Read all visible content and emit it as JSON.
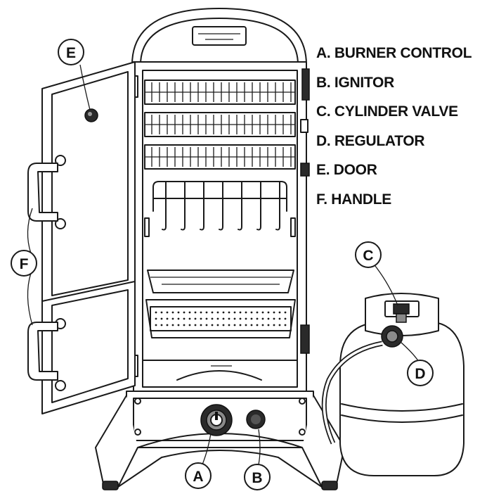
{
  "legend": [
    {
      "letter": "A",
      "text": "A. BURNER CONTROL"
    },
    {
      "letter": "B",
      "text": "B. IGNITOR"
    },
    {
      "letter": "C",
      "text": "C. CYLINDER VALVE"
    },
    {
      "letter": "D",
      "text": "D. REGULATOR"
    },
    {
      "letter": "E",
      "text": "E. DOOR"
    },
    {
      "letter": "F",
      "text": "F. HANDLE"
    }
  ],
  "callouts": {
    "A": "A",
    "B": "B",
    "C": "C",
    "D": "D",
    "E": "E",
    "F": "F"
  }
}
